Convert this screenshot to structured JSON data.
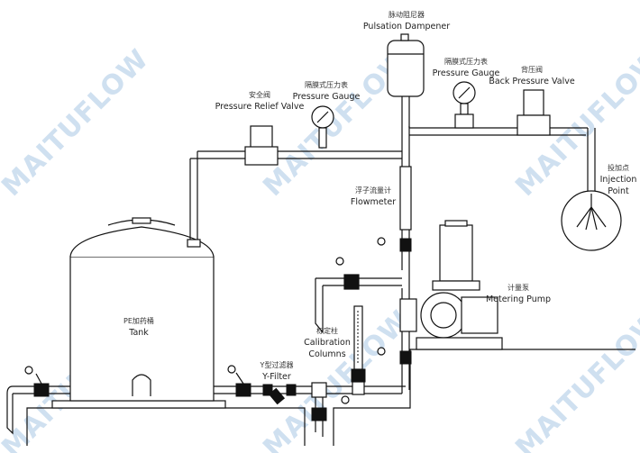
{
  "watermark": "MAITUFLOW",
  "labels": {
    "dampener": {
      "zh": "脉动阻尼器",
      "en": "Pulsation Dampener"
    },
    "gauge_right": {
      "zh": "隔膜式压力表",
      "en": "Pressure Gauge"
    },
    "back_pressure_valve": {
      "zh": "背压阀",
      "en": "Back Pressure Valve"
    },
    "gauge_left": {
      "zh": "隔膜式压力表",
      "en": "Pressure Gauge"
    },
    "relief_valve": {
      "zh": "安全阀",
      "en": "Pressure Relief Valve"
    },
    "injection_point": {
      "zh": "投加点",
      "en1": "Injection",
      "en2": "Point"
    },
    "flowmeter": {
      "zh": "浮子流量计",
      "en": "Flowmeter"
    },
    "metering_pump": {
      "zh": "计量泵",
      "en": "Metering Pump"
    },
    "tank": {
      "zh": "PE加药桶",
      "en": "Tank"
    },
    "calibration": {
      "zh": "标定柱",
      "en1": "Calibration",
      "en2": "Columns"
    },
    "y_filter": {
      "zh": "Y型过滤器",
      "en": "Y-Filter"
    }
  },
  "colors": {
    "line": "#111111",
    "watermark": "#cfe0f0"
  }
}
